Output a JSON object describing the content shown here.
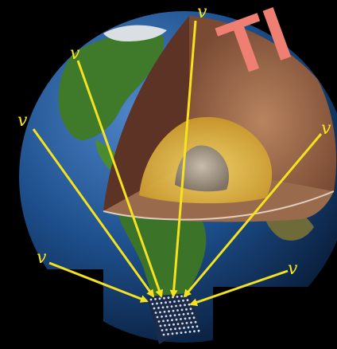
{
  "colors": {
    "background": "#000000",
    "arrow": "#f5e21f",
    "overlay_text": "#ef7f72",
    "ocean": "#1d4f8c",
    "land": "#3f7a2a",
    "crust": "#6a3a2a",
    "mantle": "#9a6a4d",
    "outer_core": "#d7b03a",
    "inner_core": "#9c8e7c"
  },
  "overlay_text": "TI",
  "velocity_label": "v",
  "arrows": [
    {
      "name": "arrow-top-center",
      "label": "v"
    },
    {
      "name": "arrow-top-left",
      "label": "v"
    },
    {
      "name": "arrow-left-upper",
      "label": "v"
    },
    {
      "name": "arrow-left-lower",
      "label": "v"
    },
    {
      "name": "arrow-right-upper",
      "label": "v"
    },
    {
      "name": "arrow-right-lower",
      "label": "v"
    }
  ],
  "icons": {
    "earth": "earth-cutaway-icon",
    "receiver_grid": "sensor-grid-icon"
  }
}
